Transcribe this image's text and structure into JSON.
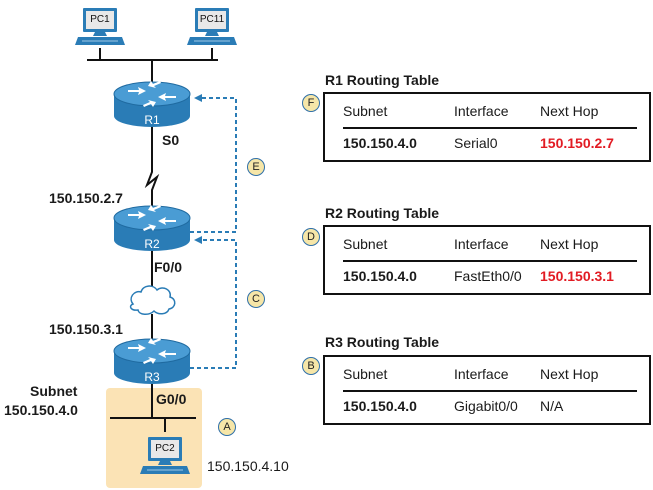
{
  "devices": {
    "pc1": "PC1",
    "pc11": "PC11",
    "pc2": "PC2",
    "r1": "R1",
    "r2": "R2",
    "r3": "R3"
  },
  "labels": {
    "s0": "S0",
    "r2_serial_ip": "150.150.2.7",
    "f00": "F0/0",
    "r3_ip": "150.150.3.1",
    "g00": "G0/0",
    "subnet_word": "Subnet",
    "subnet_value": "150.150.4.0",
    "pc2_ip": "150.150.4.10"
  },
  "steps": [
    "A",
    "B",
    "C",
    "D",
    "E",
    "F"
  ],
  "tables": [
    {
      "title": "R1 Routing Table",
      "headers": [
        "Subnet",
        "Interface",
        "Next Hop"
      ],
      "row": [
        "150.150.4.0",
        "Serial0",
        "150.150.2.7"
      ],
      "highlight_next_hop": true
    },
    {
      "title": "R2 Routing Table",
      "headers": [
        "Subnet",
        "Interface",
        "Next Hop"
      ],
      "row": [
        "150.150.4.0",
        "FastEth0/0",
        "150.150.3.1"
      ],
      "highlight_next_hop": true
    },
    {
      "title": "R3 Routing Table",
      "headers": [
        "Subnet",
        "Interface",
        "Next Hop"
      ],
      "row": [
        "150.150.4.0",
        "Gigabit0/0",
        "N/A"
      ],
      "highlight_next_hop": false
    }
  ],
  "colors": {
    "router_body": "#2a7cb6",
    "router_top": "#3d95cf",
    "arrow_blue": "#2a7cb6",
    "highlight_red": "#e21b23",
    "subnet_area": "#fbe3b5",
    "step_fill": "#f6e6a8"
  }
}
